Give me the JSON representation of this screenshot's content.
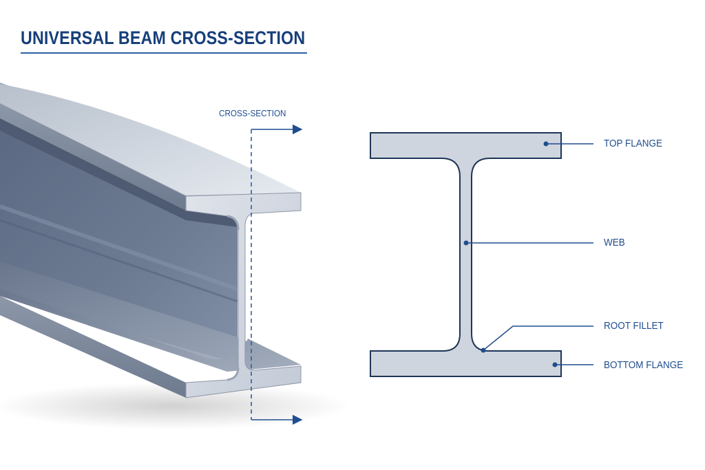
{
  "title": "UNIVERSAL BEAM CROSS-SECTION",
  "labels": {
    "cross_section": "CROSS-SECTION",
    "top_flange": "TOP FLANGE",
    "web": "WEB",
    "root_fillet": "ROOT FILLET",
    "bottom_flange": "BOTTOM FLANGE"
  },
  "colors": {
    "accent": "#1f4d8f",
    "title": "#163f7a",
    "steel": "#cfd5de",
    "outline": "#1e3556"
  }
}
